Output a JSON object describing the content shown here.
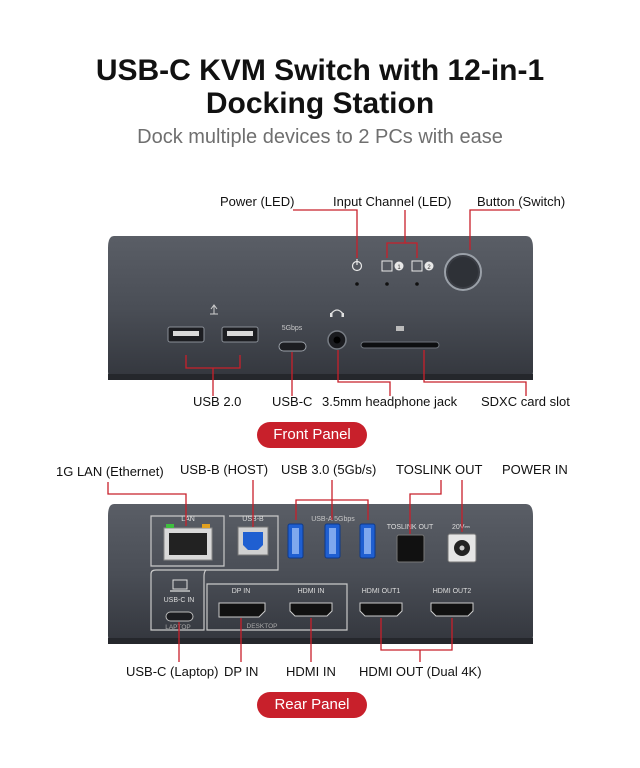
{
  "title_line1": "USB-C KVM Switch with 12-in-1",
  "title_line2": "Docking Station",
  "subtitle": "Dock multiple devices to 2 PCs with ease",
  "front": {
    "callouts": {
      "power_led": "Power (LED)",
      "input_channel": "Input Channel (LED)",
      "button_switch": "Button (Switch)",
      "usb2": "USB 2.0",
      "usbc": "USB-C",
      "headphone": "3.5mm headphone jack",
      "sdxc": "SDXC card slot"
    },
    "panel_text": {
      "gbps": "5Gbps",
      "ch1": "1",
      "ch2": "2"
    },
    "badge": "Front Panel"
  },
  "rear": {
    "callouts": {
      "lan": "1G LAN (Ethernet)",
      "usbb": "USB-B (HOST)",
      "usb3": "USB 3.0 (5Gb/s)",
      "toslink": "TOSLINK OUT",
      "power_in": "POWER IN",
      "usbc_laptop": "USB-C (Laptop)",
      "dp_in": "DP IN",
      "hdmi_in": "HDMI IN",
      "hdmi_out": "HDMI OUT (Dual 4K)"
    },
    "panel_text": {
      "lan": "LAN",
      "usbb": "USB-B",
      "usb_group": "USB-A 5Gbps",
      "toslink": "TOSLINK OUT",
      "dc": "20V⎓",
      "usbc_in": "USB-C IN",
      "laptop": "LAPTOP",
      "dp_in": "DP IN",
      "hdmi_in": "HDMI IN",
      "desktop": "DESKTOP",
      "hdmi_out1": "HDMI OUT1",
      "hdmi_out2": "HDMI OUT2"
    },
    "badge": "Rear Panel"
  },
  "colors": {
    "accent": "#c8202b",
    "body": "#4a4e56",
    "body_dark": "#30333a",
    "usb_blue": "#1f5fd1"
  }
}
